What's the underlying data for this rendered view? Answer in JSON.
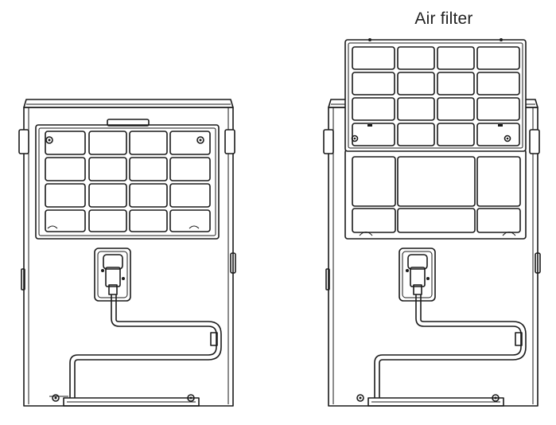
{
  "figure": {
    "callout_label": "Air filter",
    "views": [
      "filter-installed",
      "filter-removed"
    ]
  }
}
